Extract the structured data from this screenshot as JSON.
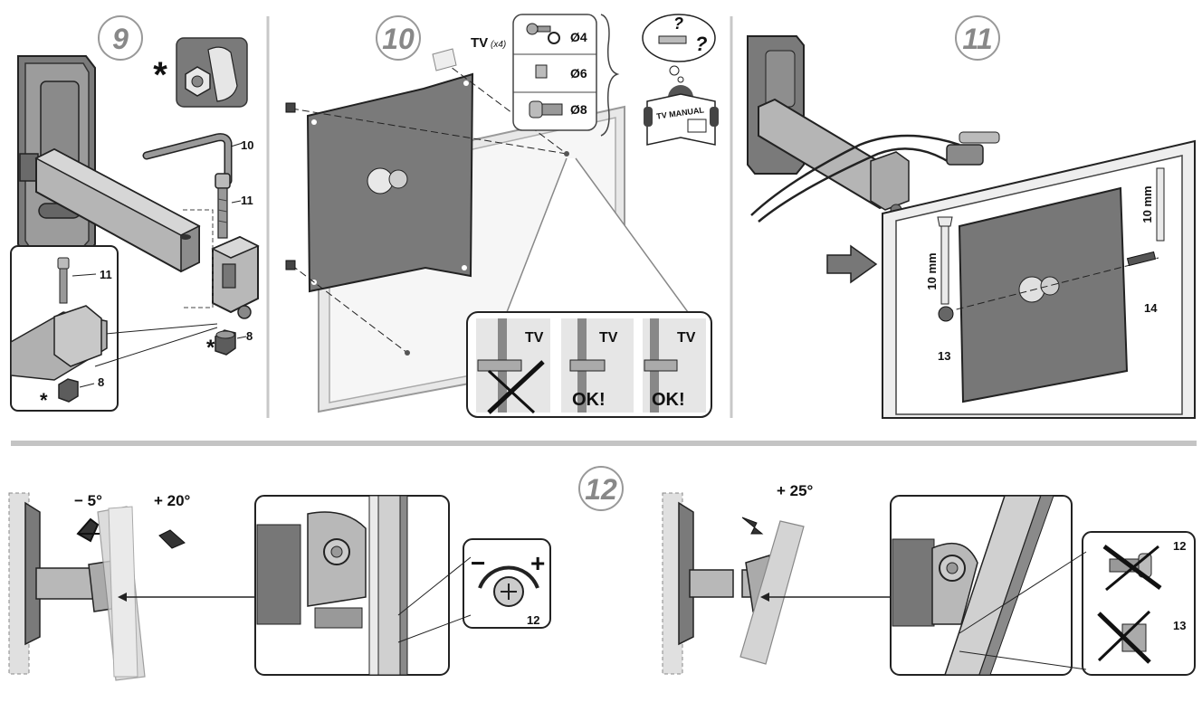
{
  "colors": {
    "dark_metal": "#6e6e6e",
    "mid_metal": "#9a9a9a",
    "light_metal": "#c8c8c8",
    "outline": "#222222",
    "divider": "#bdbdbd",
    "tv_frame": "#e4e4e4"
  },
  "step9": {
    "number": "9",
    "callout_nut_label": "8",
    "part_labels": {
      "hex_key": "10",
      "bolt": "11",
      "nut": "8",
      "bolt_inset": "11",
      "nut_inset": "8"
    },
    "asterisk": "*",
    "icons": [
      "wall-plate",
      "arm",
      "hex-key",
      "bolt",
      "clamp",
      "lock-nut",
      "hand-tighten-icon"
    ]
  },
  "step10": {
    "number": "10",
    "tv_label": "TV",
    "tv_qty": "(x4)",
    "screw_sizes": [
      "Ø4",
      "Ø6",
      "Ø8"
    ],
    "manual_label": "TV MANUAL",
    "question_marks": [
      "?",
      "?"
    ],
    "check_labels": {
      "tv": "TV",
      "ok": "OK!"
    }
  },
  "step11": {
    "number": "11",
    "wrench_label": "10 mm",
    "part_labels": {
      "nut": "13",
      "bolt": "14"
    }
  },
  "step12": {
    "number": "12",
    "tilt_left": {
      "minus_label": "− 5°",
      "plus_label": "+ 20°",
      "adjust_label": "12",
      "minus_sign": "−",
      "plus_sign": "+"
    },
    "tilt_right": {
      "plus_label": "+ 25°",
      "labels": {
        "bolt": "12",
        "nut": "13"
      }
    }
  }
}
